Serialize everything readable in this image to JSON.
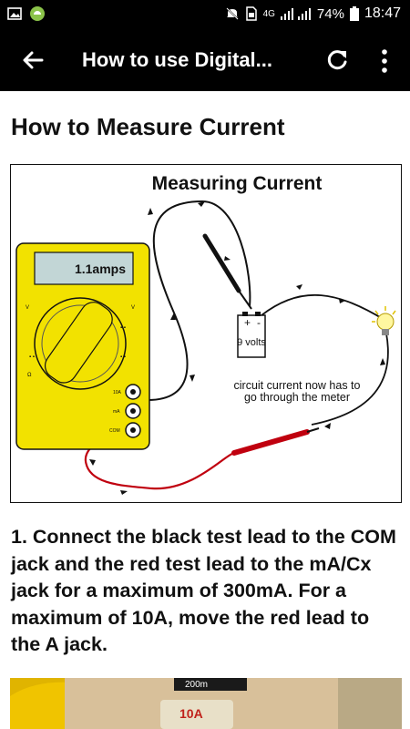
{
  "status_bar": {
    "network": "4G",
    "battery": "74%",
    "time": "18:47"
  },
  "app_bar": {
    "title": "How to use Digital...",
    "icons": [
      "arrow-left-icon",
      "refresh-icon",
      "more-vert-icon"
    ]
  },
  "section": {
    "heading": "How to Measure Current",
    "figure": {
      "title": "Measuring Current",
      "display_reading": "1.1amps",
      "battery_label": "9 volts",
      "battery_plus": "+",
      "battery_minus": "-",
      "caption_line1": "circuit current now has to",
      "caption_line2": "go through the meter",
      "jack_labels": [
        "10A",
        "mA",
        "COM"
      ]
    },
    "paragraph": "1. Connect the black test lead to the COM jack and the red test lead to the mA/Cx jack for a maximum of 300mA. For a maximum of 10A, move the red lead to the A jack."
  },
  "photo": {
    "labels": [
      "200m",
      "10A"
    ]
  }
}
